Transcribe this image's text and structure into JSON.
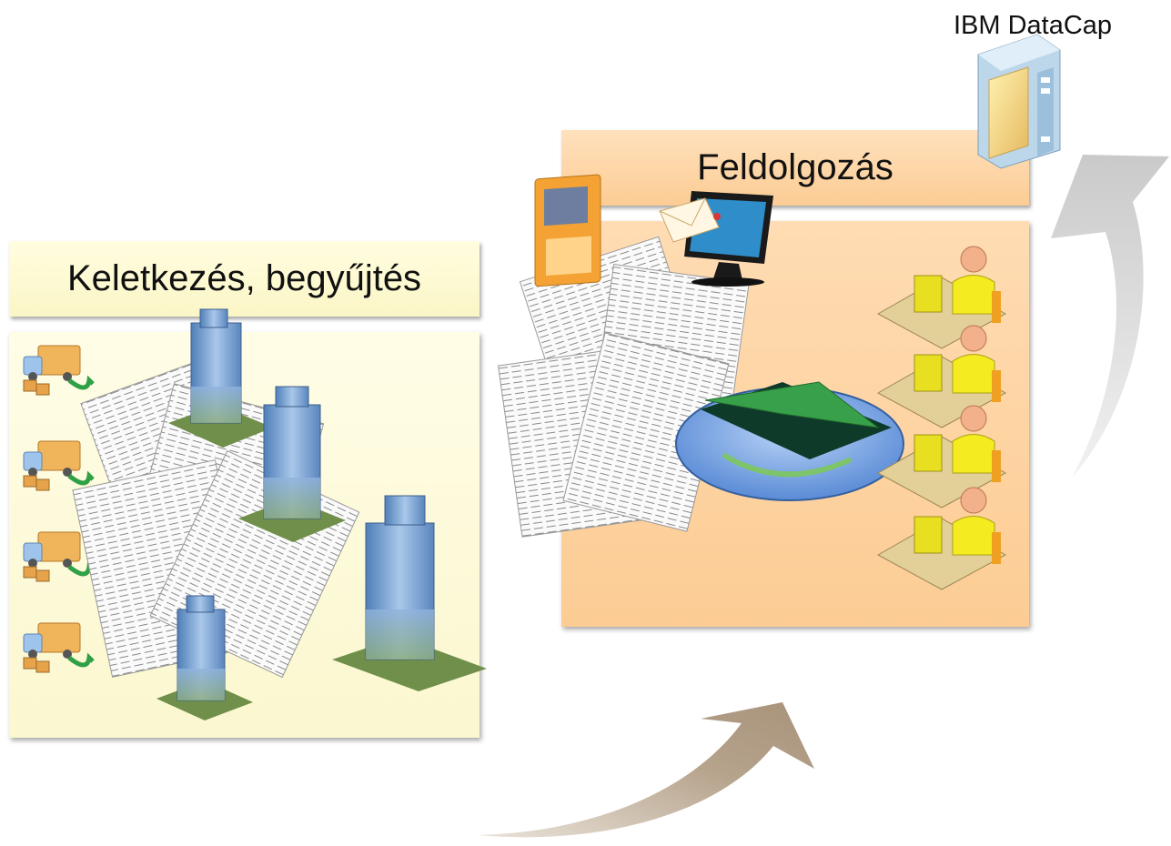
{
  "diagram": {
    "stage_collect": {
      "title": "Keletkezés, begyűjtés"
    },
    "stage_process": {
      "title": "Feldolgozás"
    },
    "system": {
      "label": "IBM DataCap"
    }
  },
  "colors": {
    "collect_panel": "#fbf6c6",
    "process_panel": "#fccc94",
    "arrow_bottom": "#b3a089",
    "arrow_right": "#cfcfcf",
    "building_glass": "#7aa3d6",
    "scanner_blue": "#6d9fe0",
    "scanner_lid": "#3a9b3a",
    "operator_yellow": "#f5ec20"
  },
  "icons": {
    "delivery": "delivery-truck-icon",
    "building": "office-building-icon",
    "document": "paper-form-icon",
    "floppy": "floppy-disk-icon",
    "monitor": "email-monitor-icon",
    "scanner": "flatbed-scanner-icon",
    "operator": "operator-workstation-icon",
    "server": "server-icon"
  }
}
